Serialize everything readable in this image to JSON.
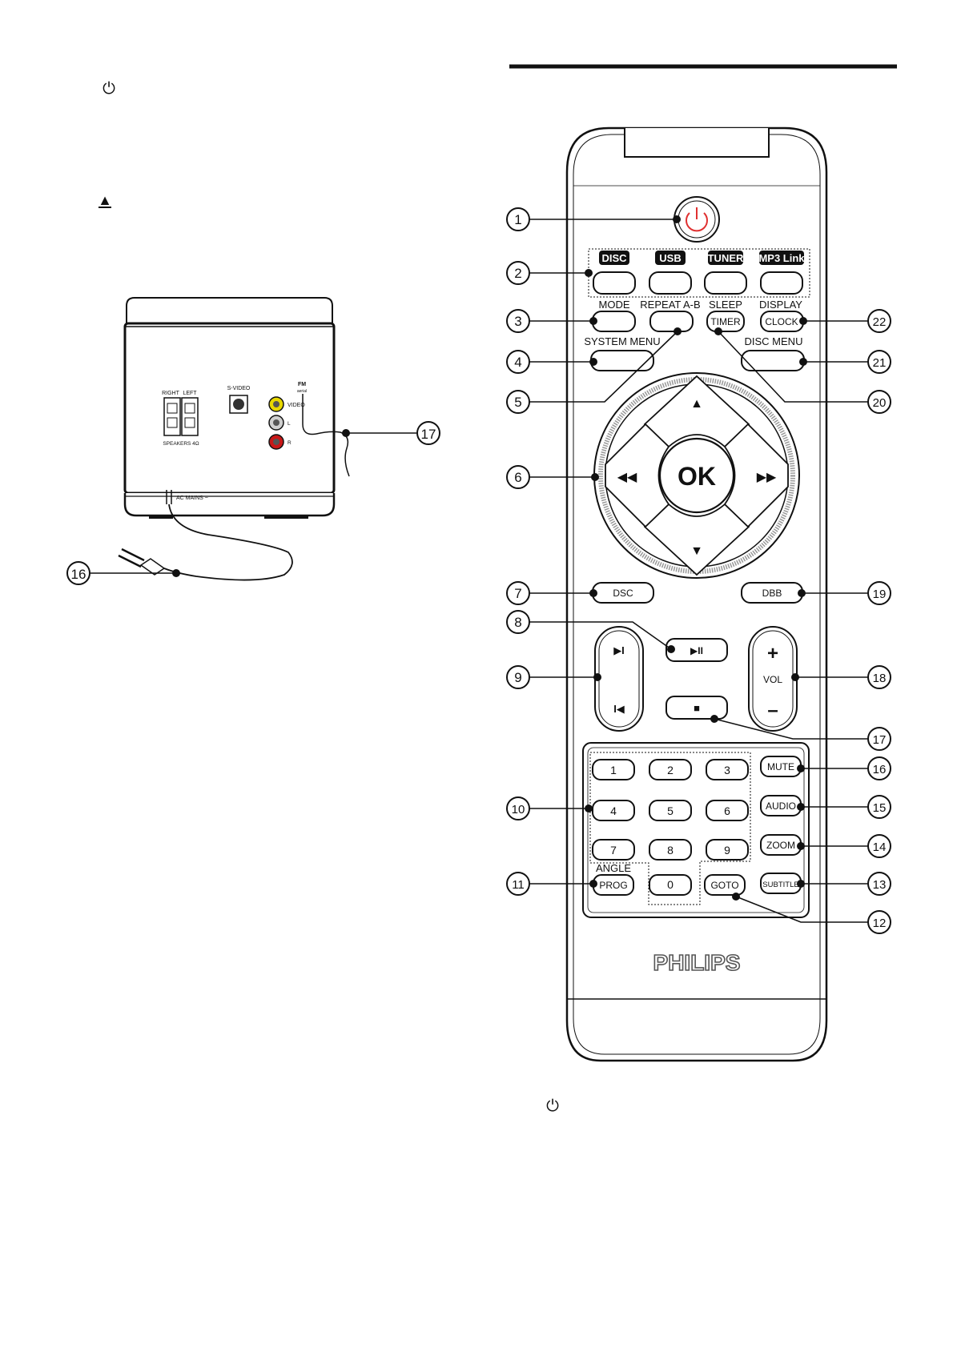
{
  "left_symbols": {
    "standby": "⏻",
    "eject": "▲"
  },
  "back_panel": {
    "speaker_right": "RIGHT",
    "speaker_left": "LEFT",
    "speaker_label": "SPEAKERS 4Ω",
    "svideo": "S-VIDEO",
    "fm": "FM",
    "fm_sub": "aerial",
    "video": "VIDEO",
    "audio_l": "L",
    "audio_r": "R",
    "ac_mains": "AC MAINS ~",
    "callout_16": "16",
    "callout_17": "17"
  },
  "remote": {
    "brand": "PHILIPS",
    "source_labels": [
      "DISC",
      "USB",
      "TUNER",
      "MP3 Link"
    ],
    "above_labels": {
      "mode": "MODE",
      "repeat": "REPEAT A-B",
      "sleep": "SLEEP",
      "display": "DISPLAY",
      "system_menu": "SYSTEM MENU",
      "disc_menu": "DISC MENU",
      "angle": "ANGLE"
    },
    "buttons": {
      "timer": "TIMER",
      "clock": "CLOCK",
      "ok": "OK",
      "dsc": "DSC",
      "dbb": "DBB",
      "vol": "VOL",
      "vol_plus": "+",
      "vol_minus": "–",
      "mute": "MUTE",
      "audio": "AUDIO",
      "zoom": "ZOOM",
      "subtitle": "SUBTITLE",
      "prog": "PROG",
      "goto": "GOTO"
    },
    "digits": [
      "1",
      "2",
      "3",
      "4",
      "5",
      "6",
      "7",
      "8",
      "9",
      "0"
    ],
    "nav_glyphs": {
      "up": "▲",
      "down": "▼",
      "left": "◀◀",
      "right": "▶▶"
    },
    "transport_glyphs": {
      "next": "▶I",
      "prev": "I◀",
      "play_pause": "▶II",
      "stop": "■"
    },
    "callouts": [
      "1",
      "2",
      "3",
      "4",
      "5",
      "6",
      "7",
      "8",
      "9",
      "10",
      "11",
      "12",
      "13",
      "14",
      "15",
      "16",
      "17",
      "18",
      "19",
      "20",
      "21",
      "22"
    ]
  },
  "bottom_symbol": "⏻",
  "colors": {
    "power": "#e03030",
    "video_jack": "#e8d800",
    "r_jack": "#c81818"
  }
}
